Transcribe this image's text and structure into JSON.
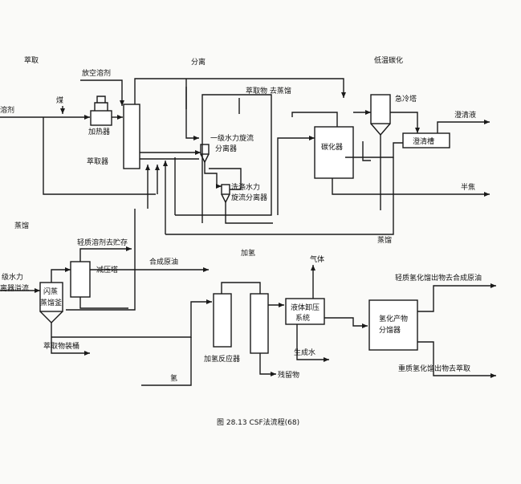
{
  "section_labels": {
    "extraction": "萃取",
    "separation": "分离",
    "low_temp_carbonization": "低温碳化",
    "distillation_left": "蒸馏",
    "hydrogenation": "加氢",
    "distillation_right": "蒸馏"
  },
  "equipment": {
    "heater": "加热器",
    "extractor": "萃取器",
    "hydrocyclone_1": [
      "一级水力旋流",
      "分离器"
    ],
    "wash_hydrocyclone": [
      "洗涤水力",
      "旋流分离器"
    ],
    "carbonizer": "碳化器",
    "quench_tower": "急冷塔",
    "clarifier": "澄清槽",
    "vacuum_tower": "减压塔",
    "flash_drum": [
      "闪蒸",
      "蒸馏釜"
    ],
    "hydro_reactor": "加氢反应器",
    "gas_liquid_system": [
      "液体卸压",
      "系统"
    ],
    "hydro_product_fractionator": [
      "氢化产物",
      "分馏器"
    ]
  },
  "streams": {
    "vent_solvent": "放空溶剂",
    "coal": "煤",
    "solvent_in": "溶剂",
    "extract_to_distill": "萃取物 去蒸馏",
    "clarified_oil": "澄清液",
    "semi_coke": "半焦",
    "light_solvent_storage": "轻质溶剂去贮存",
    "syn_crude": "合成原油",
    "hydrocyclone_overflow": [
      "级水力",
      "离器溢流"
    ],
    "extract_to_tank": "萃取物装桶",
    "gas": "气体",
    "hydrogen": "氢",
    "residue": "残留物",
    "produced_water": "生成水",
    "light_fraction": "轻质氢化馏出物去合成原油",
    "heavy_fraction": "重质氢化馏出物去萃取"
  },
  "caption": "图 28.13   CSF法流程(68)"
}
